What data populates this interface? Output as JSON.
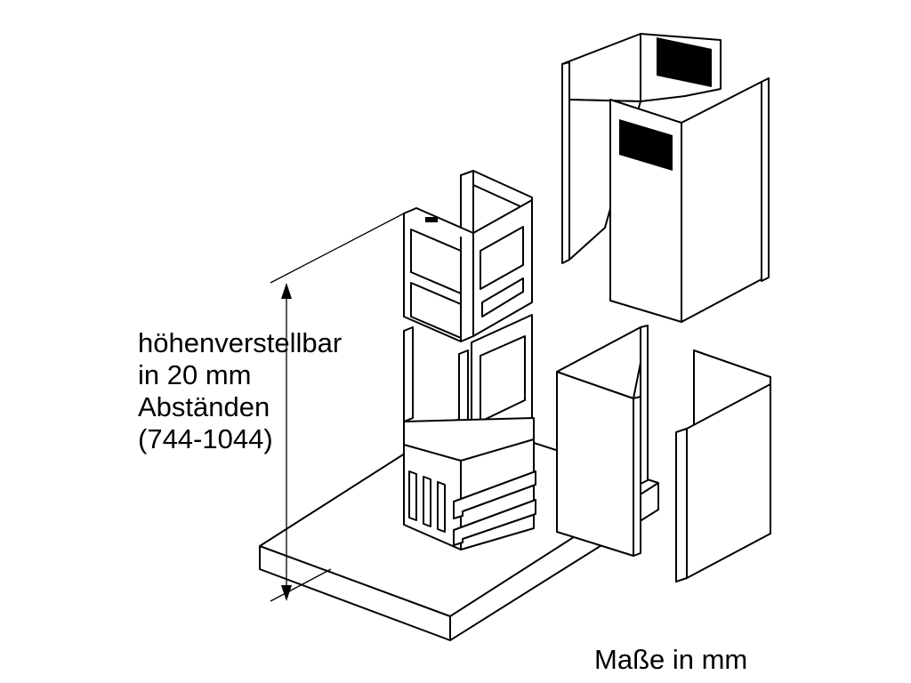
{
  "labels": {
    "height_adjust": [
      "höhenverstellbar",
      "in 20 mm",
      "Abständen",
      "(744-1044)"
    ],
    "units": "Maße in mm"
  },
  "colors": {
    "line": "#000000",
    "background": "#ffffff"
  }
}
